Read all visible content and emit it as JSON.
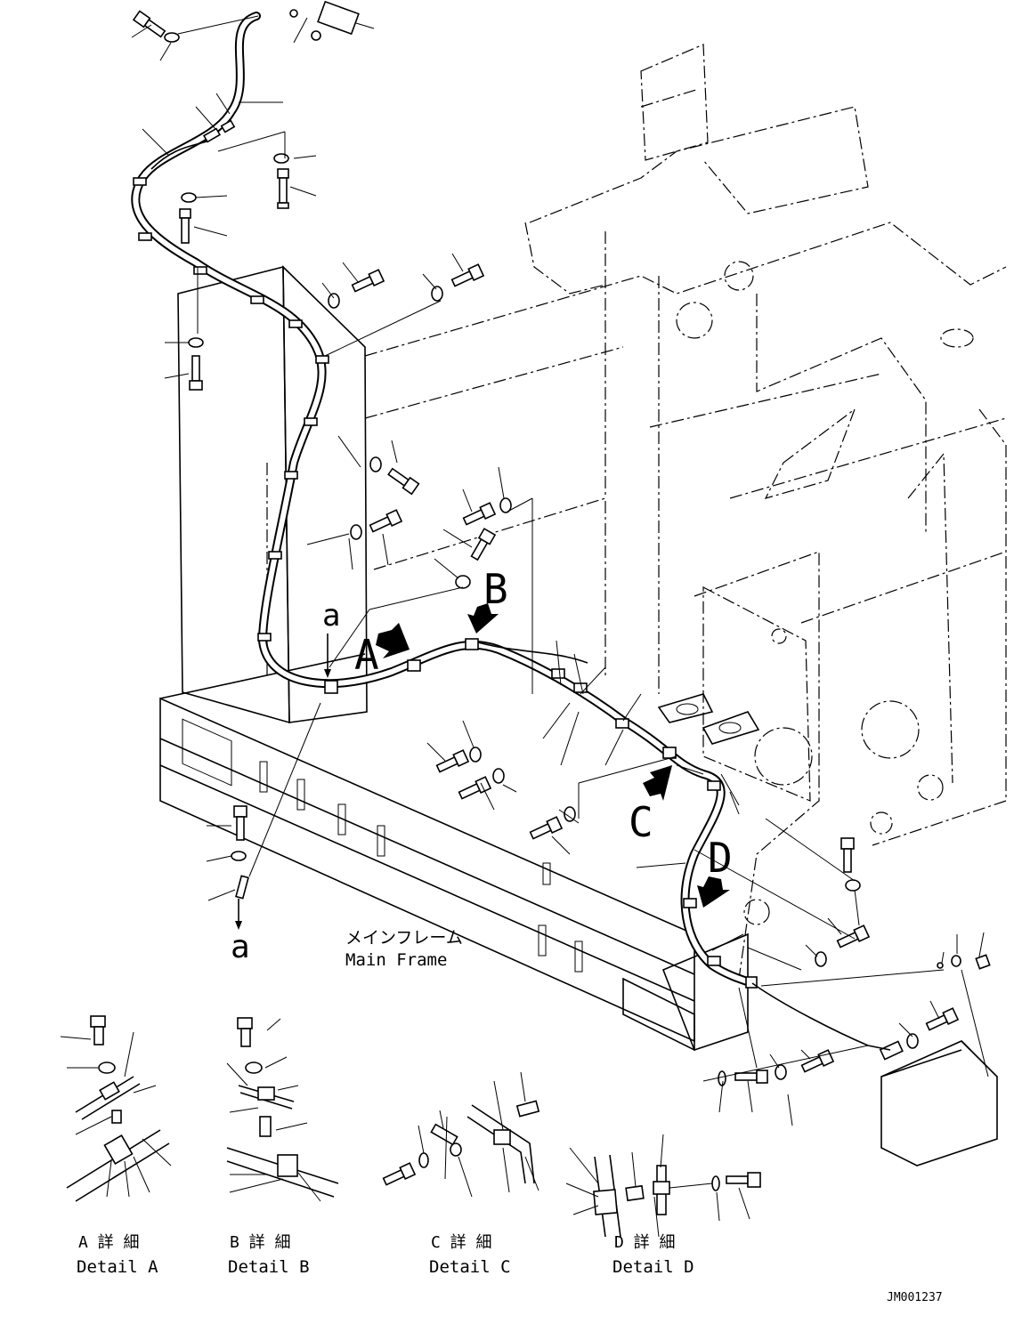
{
  "labels": {
    "callout_a_top": "a",
    "callout_a_bottom": "a",
    "callout_A": "A",
    "callout_B": "B",
    "callout_C": "C",
    "callout_D": "D",
    "main_frame_jp": "メインフレーム",
    "main_frame_en": "Main Frame",
    "drawing_number": "JM001237"
  },
  "details": [
    {
      "jp": "A 詳 細",
      "en": "Detail A"
    },
    {
      "jp": "B 詳 細",
      "en": "Detail B"
    },
    {
      "jp": "C 詳 細",
      "en": "Detail C"
    },
    {
      "jp": "D 詳 細",
      "en": "Detail D"
    }
  ]
}
